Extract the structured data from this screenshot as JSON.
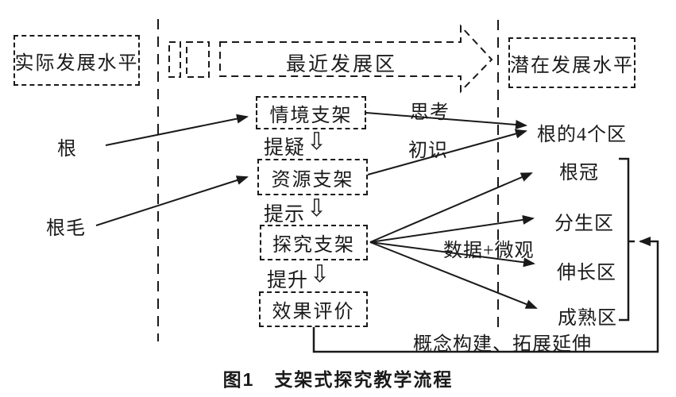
{
  "colors": {
    "ink": "#1a1a1a",
    "background": "#ffffff"
  },
  "left_column": {
    "actual_level_box": "实际发展水平",
    "root_label": "根",
    "root_hair_label": "根毛"
  },
  "top": {
    "zpd_arrow_label": "最近发展区",
    "potential_level_box": "潜在发展水平"
  },
  "scaffolds": {
    "situation_box": "情境支架",
    "resource_box": "资源支架",
    "inquiry_box": "探究支架",
    "evaluation_box": "效果评价",
    "step1_label": "提疑",
    "step2_label": "提示",
    "step3_label": "提升",
    "down_arrow_glyph": "⇩"
  },
  "edge_labels": {
    "think_label": "思考",
    "first_look_label": "初识",
    "data_micro_label": "数据+微观",
    "feedback_label": "概念构建、拓展延伸"
  },
  "right_column": {
    "four_zones_label": "根的4个区",
    "zones": [
      "根冠",
      "分生区",
      "伸长区",
      "成熟区"
    ]
  },
  "caption": "图1　支架式探究教学流程"
}
